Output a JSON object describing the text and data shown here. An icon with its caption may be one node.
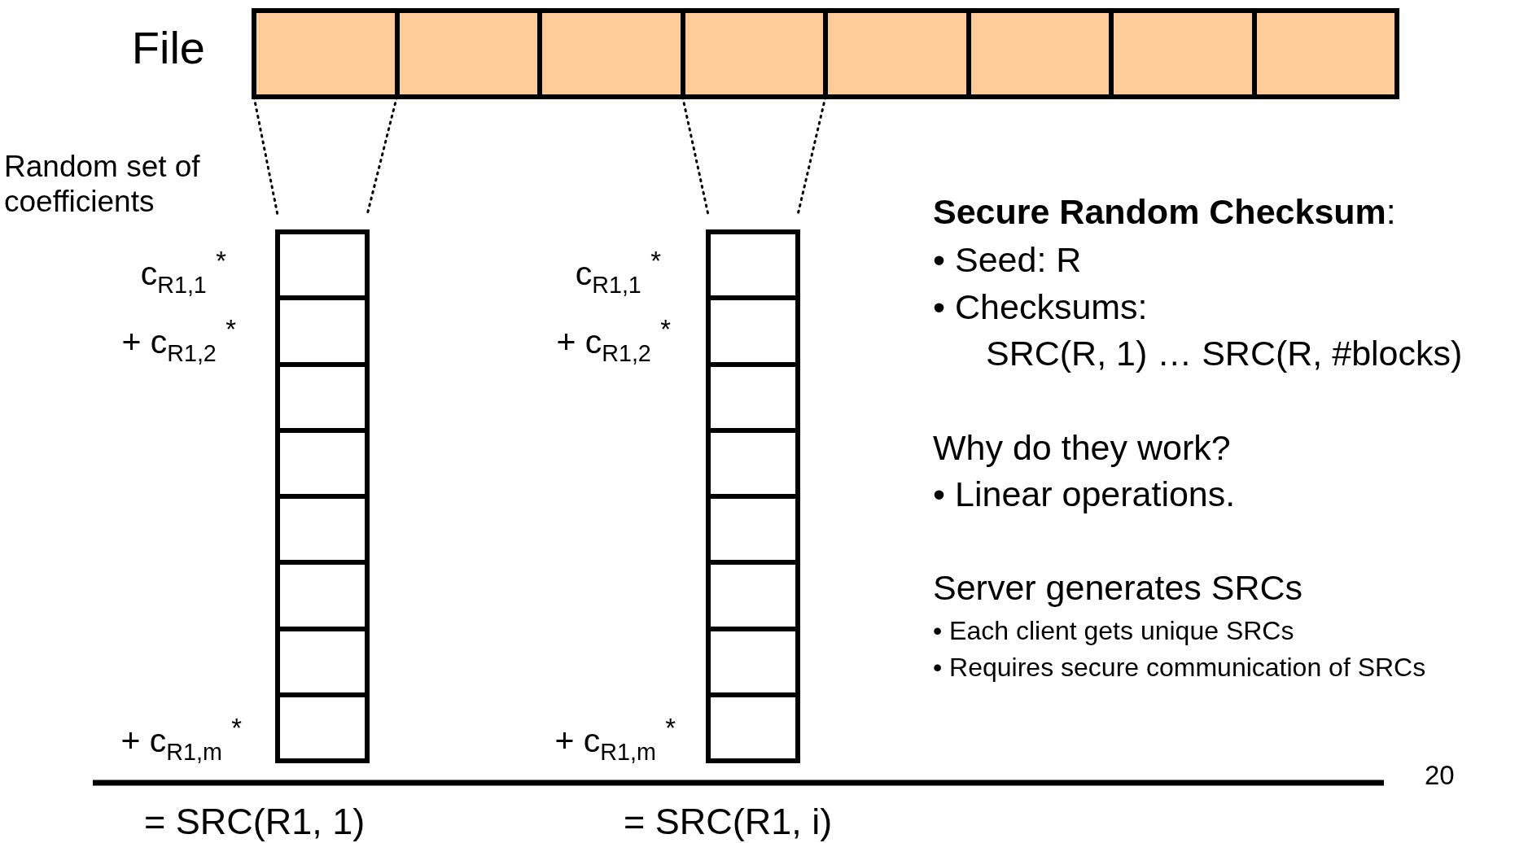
{
  "diagram": {
    "nodes": [
      {
        "text": [
          "File"
        ]
      },
      {
        "text": [],
        "shape": "box",
        "in": 0
      },
      {
        "text": [],
        "shape": "box",
        "in": 0
      },
      {
        "text": [],
        "shape": "box",
        "in": 0
      },
      {
        "text": [],
        "shape": "box",
        "in": 0
      },
      {
        "text": [],
        "shape": "box",
        "in": 0
      },
      {
        "text": [],
        "shape": "box",
        "in": 0
      },
      {
        "text": [],
        "shape": "box",
        "in": 0
      },
      {
        "text": [],
        "shape": "box",
        "in": 0
      },
      {
        "text": [],
        "shape": "box"
      },
      {
        "text": [],
        "shape": "box",
        "in": 9
      },
      {
        "text": [],
        "shape": "box",
        "in": 9
      },
      {
        "text": [],
        "shape": "box",
        "in": 9
      },
      {
        "text": [],
        "shape": "box",
        "in": 9
      },
      {
        "text": [],
        "shape": "box",
        "in": 9
      },
      {
        "text": [],
        "shape": "box",
        "in": 9
      },
      {
        "text": [],
        "shape": "box",
        "in": 9
      },
      {
        "text": [],
        "shape": "box",
        "in": 9
      },
      {
        "text": [],
        "shape": "box"
      },
      {
        "text": [],
        "shape": "box",
        "in": 18
      },
      {
        "text": [],
        "shape": "box",
        "in": 18
      },
      {
        "text": [],
        "shape": "box",
        "in": 18
      },
      {
        "text": [],
        "shape": "box",
        "in": 18
      },
      {
        "text": [],
        "shape": "box",
        "in": 18
      },
      {
        "text": [],
        "shape": "box",
        "in": 18
      },
      {
        "text": [],
        "shape": "box",
        "in": 18
      },
      {
        "text": [],
        "shape": "box",
        "in": 18
      }
    ],
    "edges": [
      {
        "from": 1,
        "to": 9,
        "arrow": "none",
        "style": "dashed"
      },
      {
        "from": 1,
        "to": 9,
        "arrow": "none",
        "style": "dashed"
      },
      {
        "from": 4,
        "to": 18,
        "arrow": "none",
        "style": "dashed"
      },
      {
        "from": 4,
        "to": 18,
        "arrow": "none",
        "style": "dashed"
      }
    ],
    "labels": [
      "Random set of coefficients",
      "c$_{R1,1}$ $^{*}$",
      "c$_{R1,1}$ $^{*}$",
      "+ c$_{R1,2}$ $^{*}$",
      "+ c$_{R1,2}$ $^{*}$",
      "**Secure Random Checksum**:",
      "• Seed: R",
      "• Checksums:",
      "SRC(R, 1) … SRC(R, #blocks)",
      "Why do they work?",
      "• Linear operations.",
      "Server generates SRCs",
      "• Each client gets unique SRCs",
      "• Requires secure communication of SRCs",
      "+ c$_{R1,m}$ $^{*}$",
      "+ c$_{R1,m}$ $^{*}$",
      "20",
      "= SRC(R1, 1)",
      "= SRC(R1, i)"
    ]
  }
}
